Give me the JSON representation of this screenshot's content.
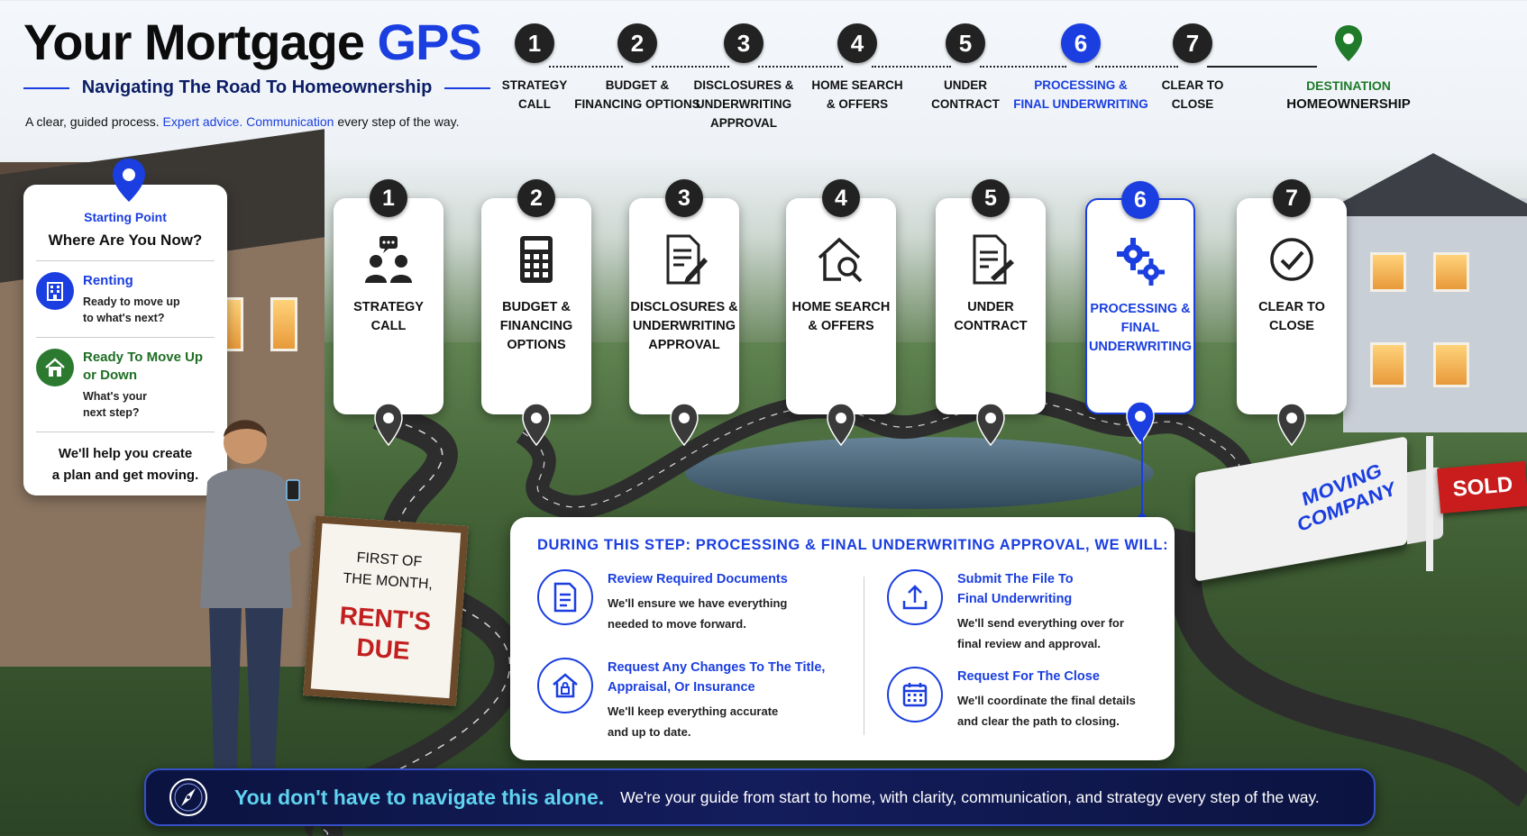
{
  "header": {
    "title_main": "Your Mortgage",
    "title_accent": "GPS",
    "subtitle": "Navigating The Road To Homeownership",
    "tagline": [
      {
        "text": "A clear, guided process. ",
        "accent": false
      },
      {
        "text": "Expert advice. ",
        "accent": true
      },
      {
        "text": "Communication ",
        "accent": true
      },
      {
        "text": "every step of the way.",
        "accent": false
      }
    ]
  },
  "top_steps": [
    {
      "num": "1",
      "line1": "Strategy",
      "line2": "Call",
      "line3": ""
    },
    {
      "num": "2",
      "line1": "Budget &",
      "line2": "Financing Options",
      "line3": ""
    },
    {
      "num": "3",
      "line1": "Disclosures &",
      "line2": "Underwriting",
      "line3": "Approval"
    },
    {
      "num": "4",
      "line1": "Home Search",
      "line2": "& Offers",
      "line3": ""
    },
    {
      "num": "5",
      "line1": "Under",
      "line2": "Contract",
      "line3": ""
    },
    {
      "num": "6",
      "line1": "Processing &",
      "line2": "Final Underwriting",
      "line3": ""
    },
    {
      "num": "7",
      "line1": "Clear To",
      "line2": "Close",
      "line3": ""
    }
  ],
  "destination": {
    "line1": "Destination",
    "line2": "Homeownership",
    "pin_icon": "map-pin-icon",
    "color": "#1f7a2a"
  },
  "active_step": 6,
  "colors": {
    "accent": "#1a3ee0",
    "dark": "#222222",
    "green": "#2b7a2f",
    "banner_highlight": "#5fd3f0",
    "sold": "#c91d1d"
  },
  "starting_point": {
    "heading": "Starting Point",
    "question": "Where Are You Now?",
    "options": [
      {
        "title_1": "Renting",
        "title_2": "",
        "desc_1": "Ready to move up",
        "desc_2": "to what's next?",
        "icon": "building-icon"
      },
      {
        "title_1": "Ready To Move Up",
        "title_2": "or Down",
        "desc_1": "What's your",
        "desc_2": "next step?",
        "icon": "home-icon"
      }
    ],
    "footer_1": "We'll help you create",
    "footer_2": "a plan and get moving."
  },
  "cards": [
    {
      "num": "1",
      "l1": "Strategy",
      "l2": "Call",
      "l3": "",
      "icon": "people-chat-icon"
    },
    {
      "num": "2",
      "l1": "Budget &",
      "l2": "Financing",
      "l3": "Options",
      "icon": "calculator-icon"
    },
    {
      "num": "3",
      "l1": "Disclosures &",
      "l2": "Underwriting",
      "l3": "Approval",
      "icon": "document-pen-icon"
    },
    {
      "num": "4",
      "l1": "Home Search",
      "l2": "& Offers",
      "l3": "",
      "icon": "home-search-icon"
    },
    {
      "num": "5",
      "l1": "Under",
      "l2": "Contract",
      "l3": "",
      "icon": "contract-icon"
    },
    {
      "num": "6",
      "l1": "Processing &",
      "l2": "Final",
      "l3": "Underwriting",
      "icon": "gears-icon"
    },
    {
      "num": "7",
      "l1": "Clear To",
      "l2": "Close",
      "l3": "",
      "icon": "check-circle-icon"
    }
  ],
  "panel": {
    "heading": "During This Step: Processing & Final Underwriting Approval, We Will:",
    "items": [
      {
        "title_1": "Review Required Documents",
        "title_2": "",
        "desc_1": "We'll ensure we have everything",
        "desc_2": "needed to move forward.",
        "icon": "document-list-icon"
      },
      {
        "title_1": "Submit The File To",
        "title_2": "Final Underwriting",
        "desc_1": "We'll send everything over for",
        "desc_2": "final review and approval.",
        "icon": "upload-icon"
      },
      {
        "title_1": "Request Any Changes To The Title,",
        "title_2": "Appraisal, Or Insurance",
        "desc_1": "We'll keep everything accurate",
        "desc_2": "and up to date.",
        "icon": "house-lock-icon"
      },
      {
        "title_1": "Request For The Close",
        "title_2": "",
        "desc_1": "We'll coordinate the final details",
        "desc_2": "and clear the path to closing.",
        "icon": "calendar-icon"
      }
    ]
  },
  "banner": {
    "highlight": "You don't have to navigate this alone.",
    "text": "We're your guide from start to home, with clarity, communication, and strategy every step of the way.",
    "icon": "compass-icon"
  },
  "scene": {
    "sign_1": "First of",
    "sign_2": "the month,",
    "sign_3": "Rent's",
    "sign_4": "Due",
    "truck_1": "Moving",
    "truck_2": "Company",
    "sold": "Sold"
  }
}
